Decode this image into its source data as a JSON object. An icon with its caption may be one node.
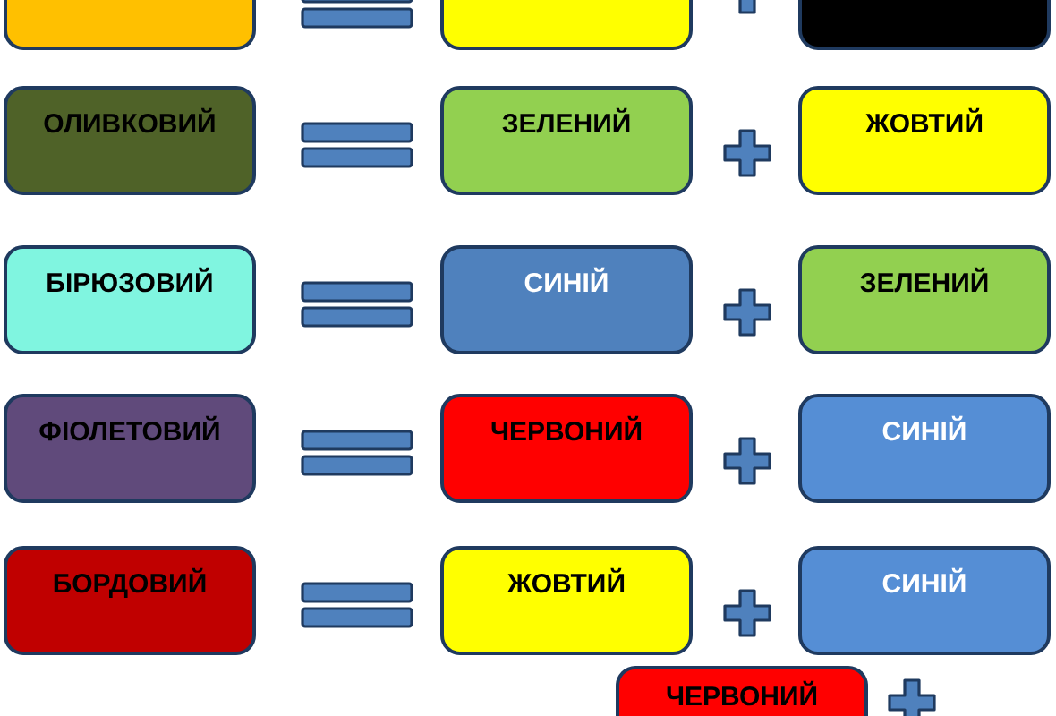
{
  "diagram": {
    "nodes": [
      {
        "text": [],
        "shape": "box"
      },
      {
        "text": [],
        "shape": "box"
      },
      {
        "text": [],
        "shape": "box"
      },
      {
        "text": [
          "ОЛИВКОВИЙ"
        ]
      },
      {
        "text": [
          "ЗЕЛЕНИЙ"
        ]
      },
      {
        "text": [
          "ЖОВТИЙ"
        ]
      },
      {
        "text": [
          "БІРЮЗОВИЙ"
        ]
      },
      {
        "text": [
          "СИНІЙ"
        ]
      },
      {
        "text": [
          "ЗЕЛЕНИЙ"
        ]
      },
      {
        "text": [
          "ФІОЛЕТОВИЙ"
        ]
      },
      {
        "text": [
          "ЧЕРВОНИЙ"
        ]
      },
      {
        "text": [
          "СИНІЙ"
        ]
      },
      {
        "text": [
          "БОРДОВИЙ"
        ]
      },
      {
        "text": [
          "ЖОВТИЙ"
        ]
      },
      {
        "text": [
          "СИНІЙ"
        ]
      },
      {
        "text": [
          "ЧЕРВОНИЙ"
        ]
      }
    ],
    "edges": []
  }
}
